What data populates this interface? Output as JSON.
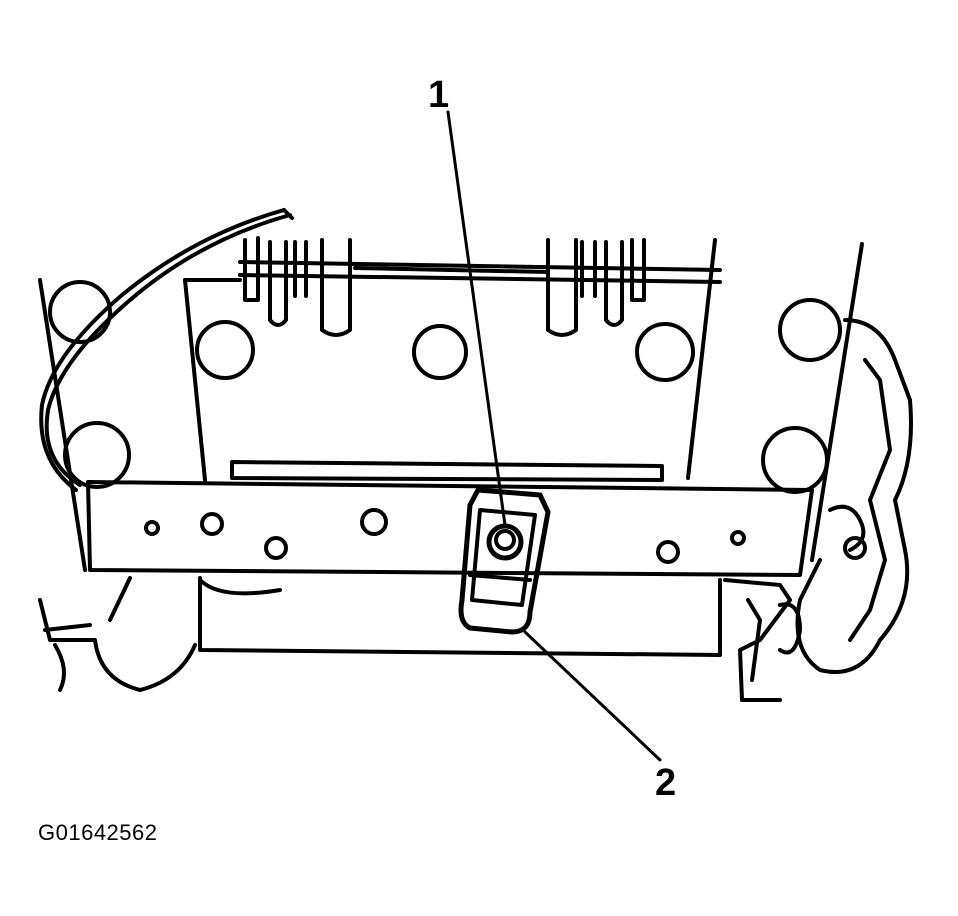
{
  "callouts": [
    {
      "label": "1"
    },
    {
      "label": "2"
    }
  ],
  "figure_id": "G01642562",
  "colors": {
    "line": "#000000",
    "background": "#ffffff"
  }
}
